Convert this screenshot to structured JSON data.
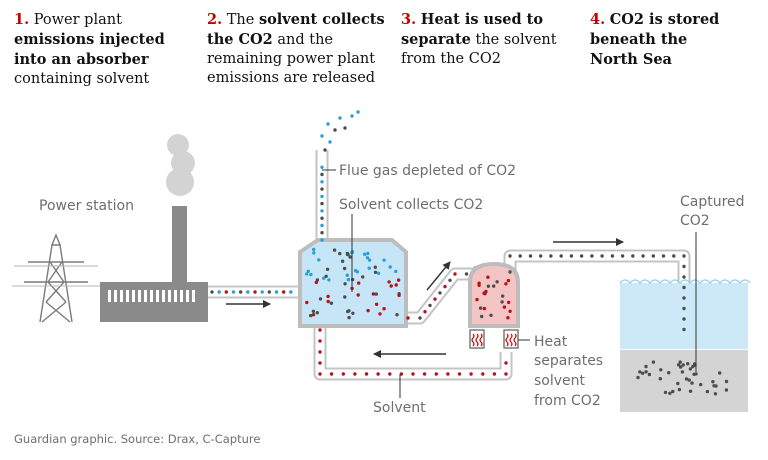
{
  "steps": [
    {
      "num": "1.",
      "text1": " Power plant ",
      "bold": "emissions injected into an absorber",
      "text2": " containing solvent"
    },
    {
      "num": "2.",
      "text1": " The ",
      "bold": "solvent collects the CO2",
      "text2": " and the remaining power plant emissions are released"
    },
    {
      "num": "3.",
      "text1": " ",
      "bold": "Heat is used to separate",
      "text2": " the solvent from the CO2"
    },
    {
      "num": "4.",
      "text1": " ",
      "bold": "CO2 is stored beneath the North Sea",
      "text2": ""
    }
  ],
  "labels": {
    "power_station": "Power station",
    "flue_gas": "Flue gas depleted of CO2",
    "solvent_collects": "Solvent collects CO2",
    "captured_line1": "Captured",
    "captured_line2": "CO2",
    "heat_line1": "Heat",
    "heat_line2": "separates",
    "heat_line3": "solvent",
    "heat_line4": "from CO2",
    "solvent": "Solvent"
  },
  "source": "Guardian graphic. Source: Drax, C-Capture",
  "colors": {
    "accent": "#c70000",
    "co2_dot": "#4d4d4d",
    "solvent_dot": "#b5121b",
    "gas_dot": "#2a9fd8",
    "absorber_fill": "#c6e6f7",
    "separator_fill": "#f4c3c3",
    "pipe": "#bdbdbd",
    "plant": "#8a8a8a",
    "sea": "#cde8f7",
    "seabed": "#d4d4d4"
  }
}
